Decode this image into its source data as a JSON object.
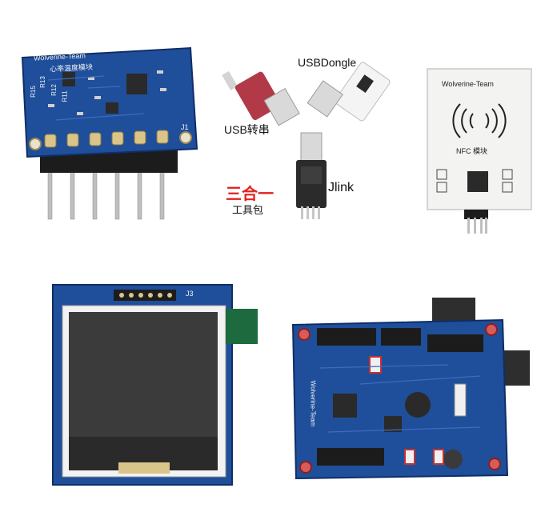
{
  "board_sensor": {
    "brand": "Wolverine-Team",
    "subtitle": "心率温度模块",
    "connector": "J1",
    "resistors": [
      "R15",
      "R13",
      "R12",
      "R11"
    ]
  },
  "toolkit": {
    "usb_serial_label": "USB转串",
    "usb_dongle_label": "USBDongle",
    "jlink_label": "Jlink",
    "combo_label": "三合一",
    "combo_sub_label": "工具包"
  },
  "nfc_module": {
    "brand": "Wolverine-Team",
    "subtitle": "NFC 模块"
  },
  "lcd_module": {
    "connector": "J3"
  },
  "main_board": {
    "brand": "Wolverine-Team"
  },
  "colors": {
    "pcb_blue": "#1f4f9a",
    "pcb_dark": "#173b78",
    "pin_gold": "#c9b07a",
    "red_accent": "#e0201c",
    "nfc_white": "#f3f3f1"
  }
}
